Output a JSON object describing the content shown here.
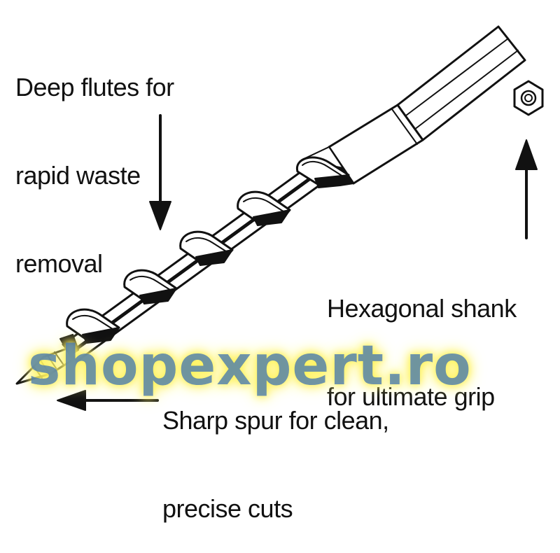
{
  "labels": {
    "flutes": [
      "Deep flutes for",
      "rapid waste",
      "removal"
    ],
    "shank": [
      "Hexagonal shank",
      "for ultimate grip"
    ],
    "spur": [
      "Sharp spur for clean,",
      "precise cuts"
    ]
  },
  "watermark": "shopexpert.ro",
  "colors": {
    "ink": "#111111",
    "background": "#ffffff",
    "watermark_text": "#4678af",
    "watermark_glow": "#fff35a"
  },
  "icons": [
    "hex-nut-icon",
    "down-arrow",
    "up-arrow",
    "left-arrow"
  ]
}
